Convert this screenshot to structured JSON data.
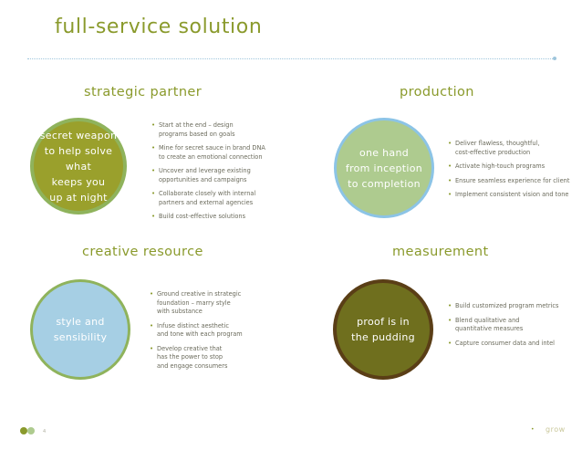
{
  "page": {
    "title": "full-service solution",
    "page_number": "4",
    "brand": "grow",
    "brand_bullet": "•"
  },
  "colors": {
    "accent_olive": "#8a9a2c",
    "circle_olive": "#9aa02c",
    "circle_sage": "#aecb8f",
    "circle_sky": "#a6cfe4",
    "circle_brown": "#6f6f1e",
    "ring_light_green": "#8fb35c",
    "ring_blue": "#8cc4e6",
    "ring_olive": "#8a9a2c",
    "ring_dark_brown": "#5a3e16"
  },
  "sections": {
    "strategic": {
      "heading": "strategic partner",
      "circle_lines": [
        "secret weapon",
        "to help solve what",
        "keeps you",
        "up at night"
      ],
      "bullets": [
        [
          "Start at the end – design",
          "programs based on goals"
        ],
        [
          "Mine for secret sauce in brand DNA",
          "to create an emotional connection"
        ],
        [
          "Uncover and leverage existing",
          "opportunities and campaigns"
        ],
        [
          "Collaborate closely with internal",
          "partners and external agencies"
        ],
        [
          "Build cost-effective solutions"
        ]
      ]
    },
    "production": {
      "heading": "production",
      "circle_lines": [
        "one hand",
        "from inception",
        "to completion"
      ],
      "bullets": [
        [
          "Deliver flawless, thoughtful,",
          "cost-effective production"
        ],
        [
          "Activate high-touch programs"
        ],
        [
          "Ensure seamless experience for client"
        ],
        [
          "Implement consistent vision and tone"
        ]
      ]
    },
    "creative": {
      "heading": "creative resource",
      "circle_lines": [
        "style and",
        "sensibility"
      ],
      "bullets": [
        [
          "Ground creative in strategic",
          "foundation – marry style",
          "with substance"
        ],
        [
          "Infuse distinct aesthetic",
          "and tone with each program"
        ],
        [
          "Develop creative that",
          "has the power to stop",
          "and engage consumers"
        ]
      ]
    },
    "measurement": {
      "heading": "measurement",
      "circle_lines": [
        "proof is in",
        "the pudding"
      ],
      "bullets": [
        [
          "Build customized program metrics"
        ],
        [
          "Blend qualitative and",
          "quantitative measures"
        ],
        [
          "Capture consumer data and intel"
        ]
      ]
    }
  }
}
